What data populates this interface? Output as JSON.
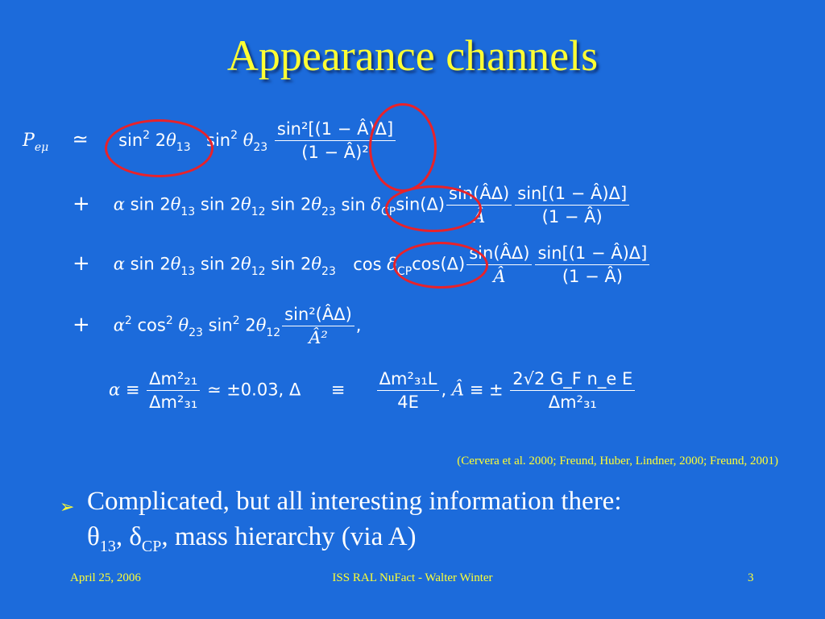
{
  "slide": {
    "title": "Appearance channels",
    "citation": "(Cervera et al. 2000; Freund, Huber, Lindner, 2000; Freund, 2001)",
    "bullet_marker": "➢",
    "bullet_line1": "Complicated, but all interesting information there:",
    "bullet_line2": {
      "theta": "θ",
      "theta_sub": "13",
      "sep1": ", ",
      "delta": "δ",
      "delta_sub": "CP",
      "rest": ", mass hierarchy (via A)"
    },
    "footer": {
      "date": "April 25, 2006",
      "center": "ISS RAL NuFact - Walter Winter",
      "page": "3"
    },
    "colors": {
      "background": "#1c6bdb",
      "title": "#ffff33",
      "highlight_circle": "#e8222a"
    }
  },
  "formula": {
    "P": "P",
    "P_sub": "eμ",
    "approx": "≃",
    "plus": "+",
    "alpha": "α",
    "sin": "sin",
    "cos": "cos",
    "two": "2",
    "theta": "θ",
    "delta": "δ",
    "Delta": "Δ",
    "Ahat": "Â",
    "sub13": "13",
    "sub23": "23",
    "sub12": "12",
    "subCP": "CP",
    "sub21": "21",
    "sub31": "31",
    "sup2": "2",
    "t1_num": "sin²[(1 − Â)Δ]",
    "t1_den": "(1 − Â)²",
    "sinAD": "sin(ÂΔ)",
    "sin1AD": "sin[(1 − Â)Δ]",
    "oneMinusA": "(1 − Â)",
    "sinD": "sin(Δ)",
    "cosD": "cos(Δ)",
    "t4_num": "sin²(ÂΔ)",
    "t4_den": "Â²",
    "comma": ",",
    "def_alpha_num": "Δm²₂₁",
    "def_alpha_den": "Δm²₃₁",
    "equiv": "≡",
    "alpha_value": "≃ ±0.03,",
    "def_delta_num": "Δm²₃₁L",
    "def_delta_den": "4E",
    "def_A_pm": "≡ ±",
    "def_A_num": "2√2 G_F n_e E",
    "def_A_den": "Δm²₃₁"
  }
}
